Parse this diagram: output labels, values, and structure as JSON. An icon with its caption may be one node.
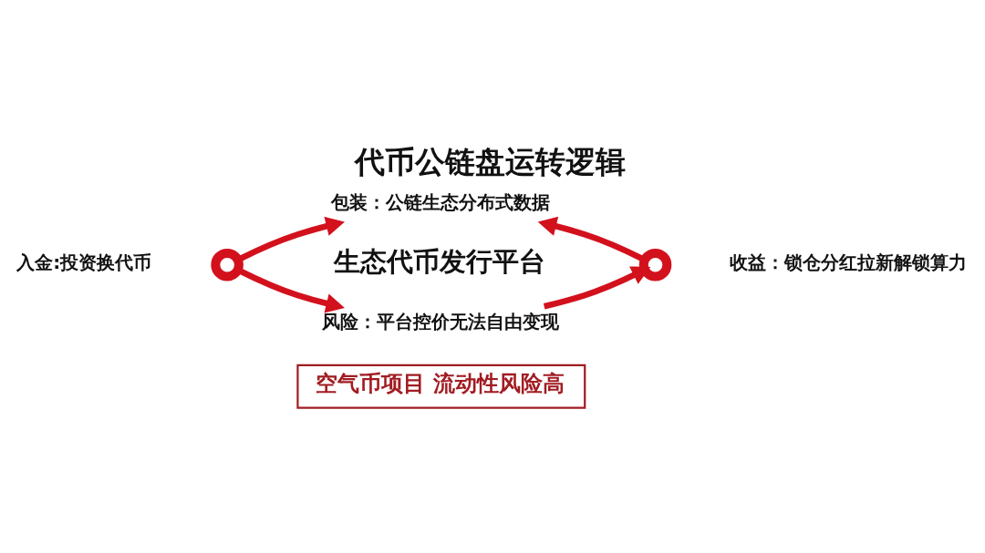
{
  "diagram": {
    "title": "代币公链盘运转逻辑",
    "nodes": [
      {
        "text": [
          "包装：公链生态分布式数据"
        ]
      },
      {
        "text": [],
        "shape": "circle",
        "beside": [
          "入金:投资换代币"
        ]
      },
      {
        "text": [],
        "shape": "circle",
        "beside": [
          "收益：锁仓分红拉新解锁算力"
        ]
      },
      {
        "text": [
          "风险：平台控价无法自由变现"
        ]
      },
      {
        "text": [
          "空气币项目 流动性风险高"
        ]
      }
    ],
    "edges": [
      {
        "from": 1,
        "to": 0,
        "arrow": "to"
      },
      {
        "from": 2,
        "to": 0,
        "arrow": "to"
      },
      {
        "from": 1,
        "to": 3,
        "arrow": "to"
      },
      {
        "from": 3,
        "to": 2,
        "arrow": "to"
      }
    ],
    "labels": [
      "生态代币发行平台"
    ]
  }
}
